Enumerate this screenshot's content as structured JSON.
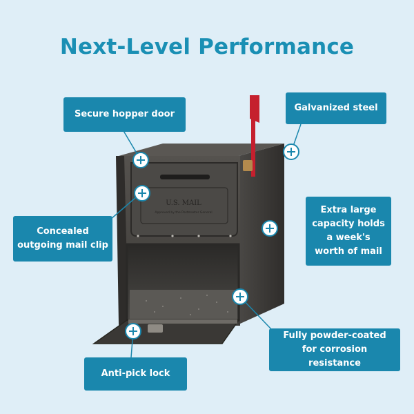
{
  "page": {
    "title": "Next-Level Performance"
  },
  "callouts": {
    "secure_hopper_door": "Secure hopper door",
    "galvanized_steel": "Galvanized steel",
    "concealed_clip": "Concealed outgoing mail clip",
    "extra_large": "Extra large capacity holds a week's worth of mail",
    "powder_coated": "Fully powder-coated for corrosion resistance",
    "anti_pick_lock": "Anti-pick lock"
  },
  "product": {
    "door_text": "U.S. MAIL",
    "door_subtext": "Approved by the Postmaster General"
  },
  "colors": {
    "background": "#dfeef7",
    "accent": "#1a87ad",
    "title": "#1a8fb4",
    "mailbox_body": "#3d3b38",
    "flag": "#c5202e"
  }
}
